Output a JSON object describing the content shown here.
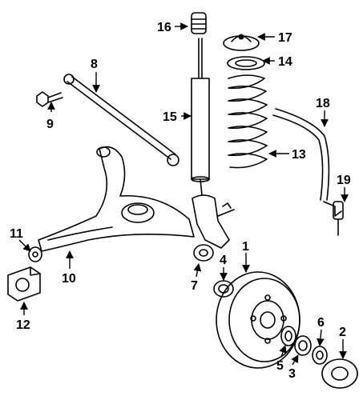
{
  "diagram": {
    "callouts": {
      "c1": "1",
      "c2": "2",
      "c3": "3",
      "c4": "4",
      "c5": "5",
      "c6": "6",
      "c7": "7",
      "c8": "8",
      "c9": "9",
      "c10": "10",
      "c11": "11",
      "c12": "12",
      "c13": "13",
      "c14": "14",
      "c15": "15",
      "c16": "16",
      "c17": "17",
      "c18": "18",
      "c19": "19"
    },
    "colors": {
      "ink": "#000000",
      "background": "#ffffff"
    }
  }
}
